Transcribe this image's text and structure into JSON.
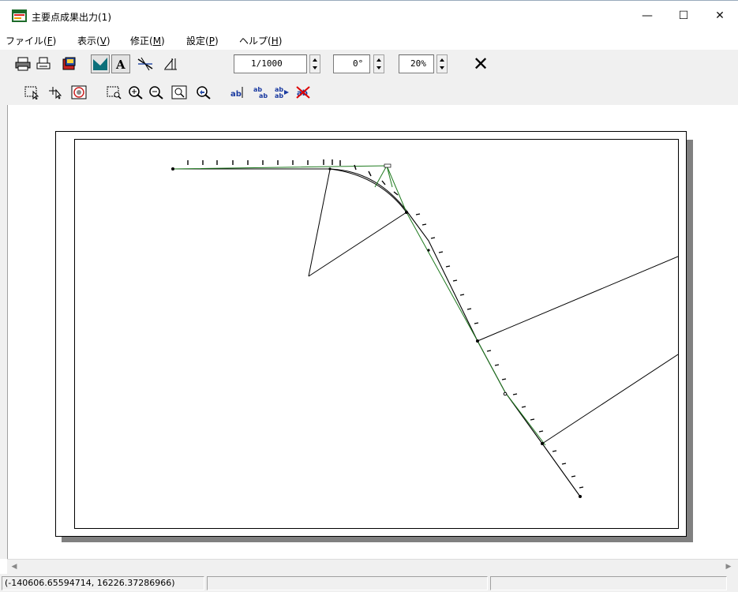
{
  "window": {
    "title": "主要点成果出力(1)",
    "minimize": "—",
    "maximize": "☐",
    "close": "✕"
  },
  "menu": [
    {
      "label": "ファイル(",
      "key": "F",
      "end": ")"
    },
    {
      "label": "表示(",
      "key": "V",
      "end": ")"
    },
    {
      "label": "修正(",
      "key": "M",
      "end": ")"
    },
    {
      "label": "設定(",
      "key": "P",
      "end": ")"
    },
    {
      "label": "ヘルプ(",
      "key": "H",
      "end": ")"
    }
  ],
  "toolbar": {
    "scale": "1/1000",
    "angle": "0°",
    "zoom": "20%",
    "close_label": "✕",
    "icons_row1": [
      "print-icon",
      "print-preview-icon",
      "export-icon",
      "line-display-icon",
      "text-display-icon",
      "route-icon",
      "dimension-icon"
    ],
    "icons_row2": [
      "select-area-icon",
      "select-point-icon",
      "layer-icon",
      "zoom-window-icon",
      "zoom-in-icon",
      "zoom-out-icon",
      "zoom-fit-icon",
      "zoom-previous-icon",
      "text-edit-icon",
      "text-move-icon",
      "text-rotate-icon",
      "text-delete-icon"
    ]
  },
  "status": {
    "coordinates": "(-140606.65594714, 16226.37286966)"
  },
  "colors": {
    "route_line": "#000000",
    "green_line": "#1f7a1f",
    "paper_shadow": "#808080"
  }
}
